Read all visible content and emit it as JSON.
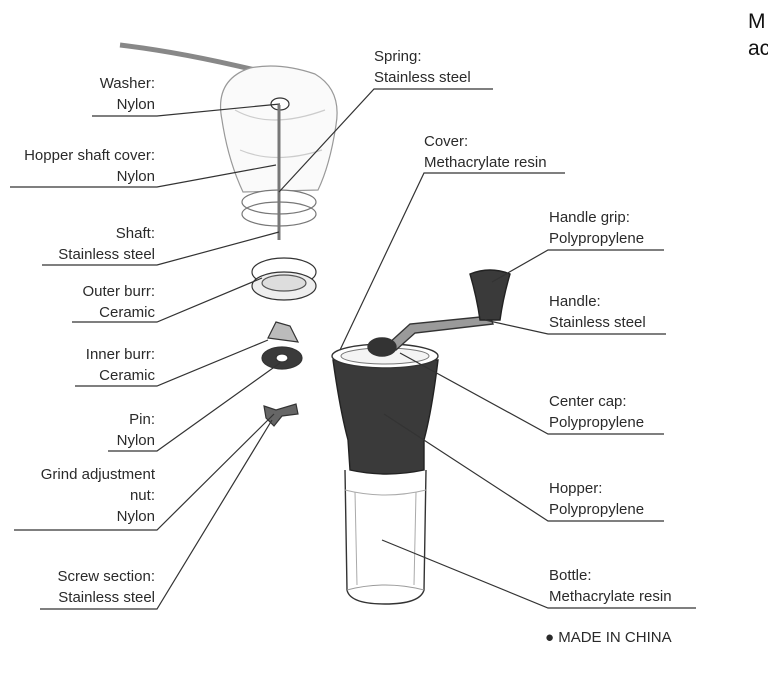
{
  "labels": {
    "washer": {
      "name": "Washer:",
      "material": "Nylon"
    },
    "hopper_shaft_cover": {
      "name": "Hopper shaft cover:",
      "material": "Nylon"
    },
    "shaft": {
      "name": "Shaft:",
      "material": "Stainless steel"
    },
    "outer_burr": {
      "name": "Outer burr:",
      "material": "Ceramic"
    },
    "inner_burr": {
      "name": "Inner burr:",
      "material": "Ceramic"
    },
    "pin": {
      "name": "Pin:",
      "material": "Nylon"
    },
    "grind_adjustment_nut": {
      "name_line1": "Grind adjustment",
      "name_line2": "nut:",
      "material": "Nylon"
    },
    "screw_section": {
      "name": "Screw section:",
      "material": "Stainless steel"
    },
    "spring": {
      "name": "Spring:",
      "material": "Stainless steel"
    },
    "cover": {
      "name": "Cover:",
      "material": "Methacrylate resin"
    },
    "handle_grip": {
      "name": "Handle grip:",
      "material": "Polypropylene"
    },
    "handle": {
      "name": "Handle:",
      "material": "Stainless steel"
    },
    "center_cap": {
      "name": "Center cap:",
      "material": "Polypropylene"
    },
    "hopper": {
      "name": "Hopper:",
      "material": "Polypropylene"
    },
    "bottle": {
      "name": "Bottle:",
      "material": "Methacrylate resin"
    }
  },
  "footnote": "● MADE IN CHINA",
  "cut_text": {
    "line1": "M",
    "line2": "ac"
  },
  "colors": {
    "line": "#333333",
    "dark_part": "#3a3a3a",
    "light_part": "#bbbbbb"
  }
}
